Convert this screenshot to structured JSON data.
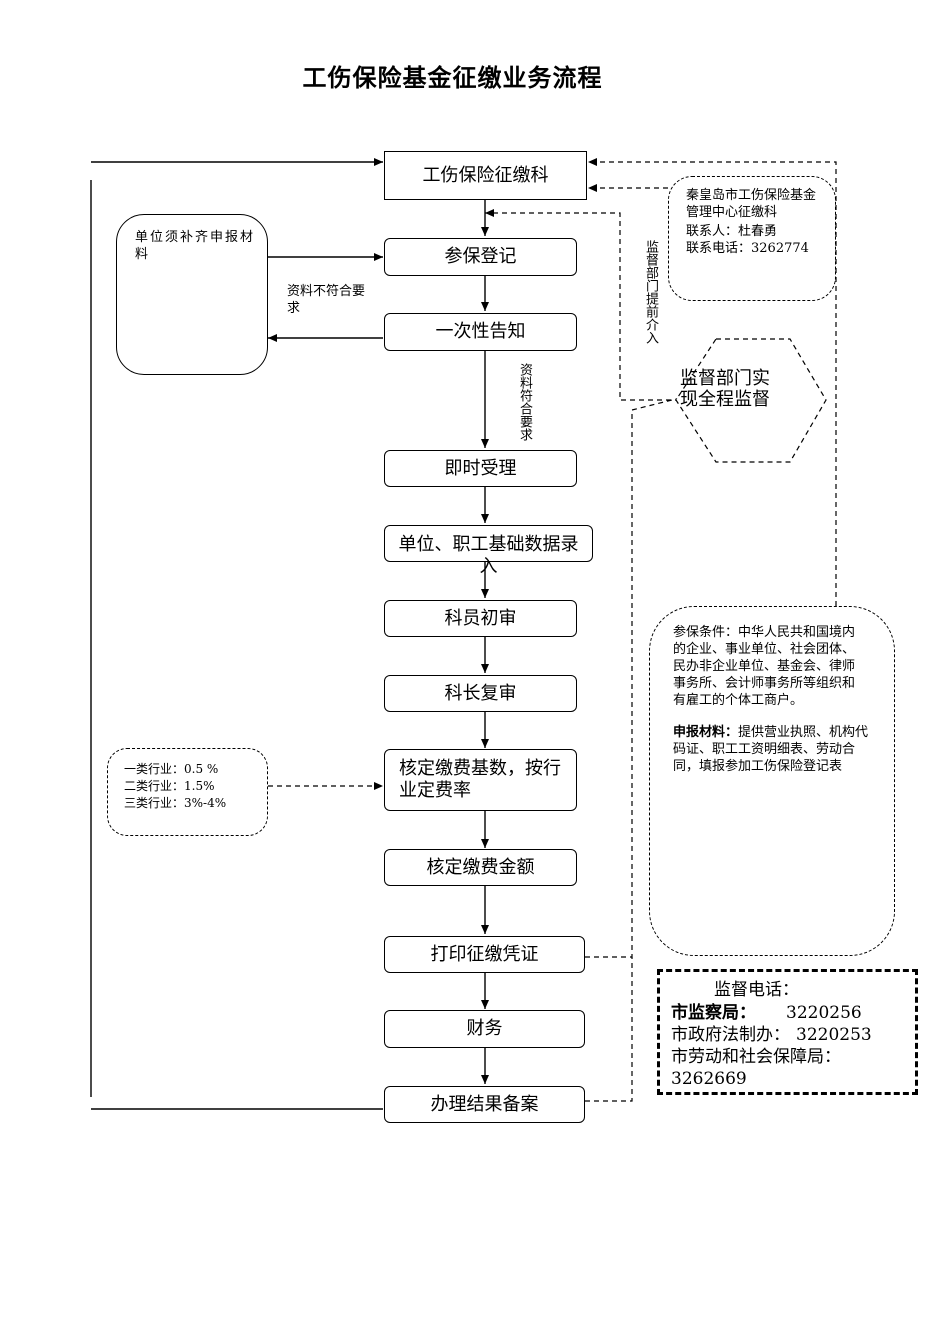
{
  "title": "工伤保险基金征缴业务流程",
  "flow": {
    "dept": "工伤保险征缴科",
    "register": "参保登记",
    "notice": "一次性告知",
    "accept": "即时受理",
    "data_entry": "单位、职工基础数据录入",
    "first_review": "科员初审",
    "second_review": "科长复审",
    "rate": "核定缴费基数，按行业定费率",
    "amount": "核定缴费金额",
    "print": "打印征缴凭证",
    "finance": "财务",
    "archive": "办理结果备案"
  },
  "labels": {
    "supplement": "单位须补齐申报材料",
    "not_meet": "资料不符合要求",
    "meet": "资料符合要求",
    "supervise_intervene": "监督部门提前介入"
  },
  "contact": {
    "org": "秦皇岛市工伤保险基金管理中心征缴科",
    "person": "联系人：杜春勇",
    "phone": "联系电话：3262774"
  },
  "hexagon": {
    "text": "监督部门实现全程监督"
  },
  "industry": {
    "class1": "一类行业：0.5 %",
    "class2": "二类行业：1.5%",
    "class3": "三类行业：3%-4%"
  },
  "conditions": {
    "intro": "参保条件：中华人民共和国境内的企业、事业单位、社会团体、民办非企业单位、基金会、律师事务所、会计师事务所等组织和有雇工的个体工商户。",
    "materials_label": "申报材料：",
    "materials": "提供营业执照、机构代码证、职工工资明细表、劳动合同，填报参加工伤保险登记表"
  },
  "supervision": {
    "heading": "监督电话：",
    "line1_org": "市监察局：",
    "line1_phone": "3220256",
    "line2_org": "市政府法制办：",
    "line2_phone": "3220253",
    "line3_org": "市劳动和社会保障局：",
    "line3_phone": "3262669"
  }
}
